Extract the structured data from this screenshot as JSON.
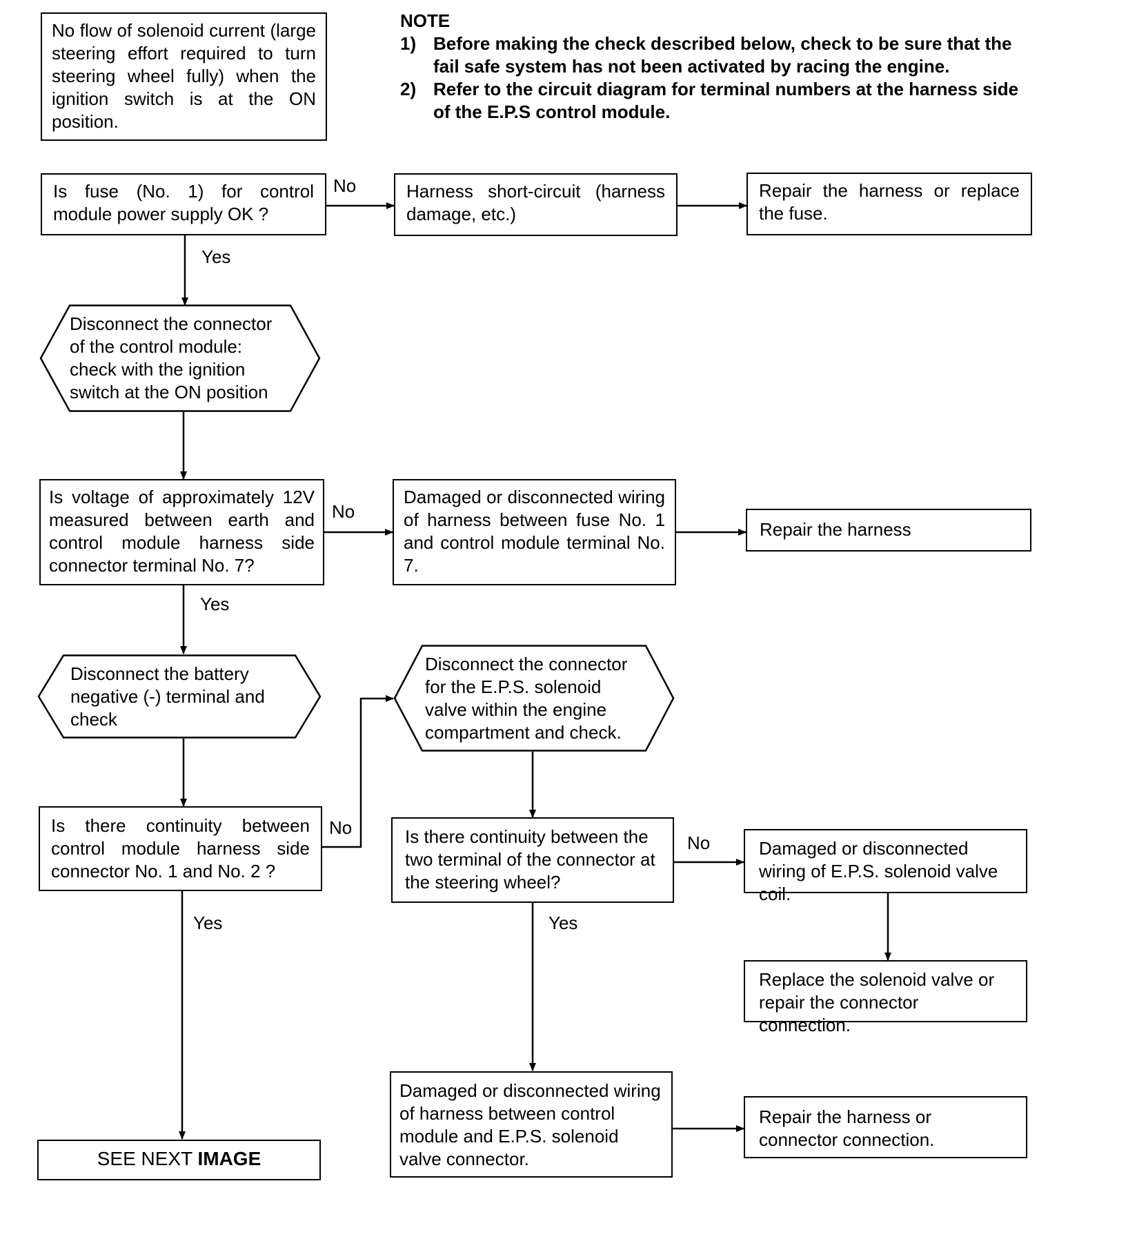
{
  "intro": "No flow of solenoid current (large steering effort required to turn steering wheel fully) when the ignition switch is at the ON position.",
  "note": {
    "title": "NOTE",
    "items": [
      {
        "num": "1)",
        "text": "Before making the check described below, check to be sure that the fail safe system has not been activated by racing the engine."
      },
      {
        "num": "2)",
        "text": "Refer to the circuit diagram for terminal numbers at the harness side of the E.P.S control module."
      }
    ]
  },
  "steps": {
    "q_fuse": "Is fuse (No. 1) for control module power supply OK ?",
    "harness_short": "Harness short-circuit (harness damage, etc.)",
    "repair_fuse": "Repair the harness or replace the fuse.",
    "disconnect_module": "Disconnect the connector\nof the control module:\ncheck with the ignition\nswitch at the ON position",
    "q_voltage": "Is voltage of approximately 12V measured between earth and control module harness side connector terminal No. 7?",
    "damaged_fuse_wiring": "Damaged or disconnected wiring of harness between fuse No. 1 and control module terminal No. 7.",
    "repair_harness": "Repair the harness",
    "disconnect_battery": "Disconnect the battery\nnegative (-) terminal and\ncheck",
    "disconnect_solenoid": "Disconnect the connector\nfor the E.P.S. solenoid\nvalve within the engine\ncompartment and check.",
    "q_continuity_module": "Is there continuity between control module harness side connector No. 1 and No. 2 ?",
    "q_continuity_wheel": "Is there continuity between the two terminal of the connector at the steering wheel?",
    "damaged_coil": "Damaged or disconnected wiring of E.P.S. solenoid valve coil.",
    "replace_solenoid": "Replace the solenoid valve or repair the connector connection.",
    "damaged_module_wiring": "Damaged or disconnected wiring of harness between control module and E.P.S. solenoid valve connector.",
    "repair_connector": "Repair the harness or connector connection.",
    "see_next_prefix": "SEE NEXT",
    "see_next_bold": "IMAGE"
  },
  "labels": {
    "yes": "Yes",
    "no": "No"
  }
}
